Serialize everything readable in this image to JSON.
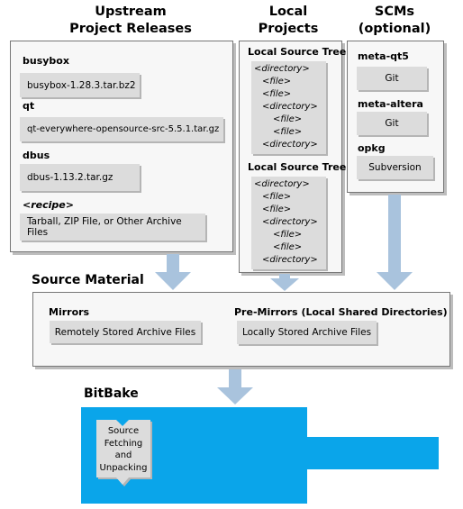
{
  "columns": {
    "upstream": "Upstream\nProject Releases",
    "local": "Local\nProjects",
    "scms": "SCMs\n(optional)"
  },
  "upstream": {
    "items": [
      {
        "label": "busybox",
        "box": "busybox-1.28.3.tar.bz2"
      },
      {
        "label": "qt",
        "box": "qt-everywhere-opensource-src-5.5.1.tar.gz"
      },
      {
        "label": "dbus",
        "box": "dbus-1.13.2.tar.gz"
      },
      {
        "label": "<recipe>",
        "box": "Tarball, ZIP File, or Other Archive Files"
      }
    ]
  },
  "local": {
    "trees": [
      {
        "label": "Local Source Tree",
        "lines": [
          "<directory>",
          "<file>",
          "<file>",
          "<directory>",
          "<file>",
          "<file>",
          "<directory>"
        ]
      },
      {
        "label": "Local Source Tree",
        "lines": [
          "<directory>",
          "<file>",
          "<file>",
          "<directory>",
          "<file>",
          "<file>",
          "<directory>"
        ]
      }
    ]
  },
  "scms": {
    "items": [
      {
        "label": "meta-qt5",
        "box": "Git"
      },
      {
        "label": "meta-altera",
        "box": "Git"
      },
      {
        "label": "opkg",
        "box": "Subversion"
      }
    ]
  },
  "source_material": {
    "title": "Source Material",
    "mirrors_label": "Mirrors",
    "mirrors_box": "Remotely Stored Archive Files",
    "premirrors_label": "Pre-Mirrors (Local Shared Directories)",
    "premirrors_box": "Locally Stored Archive Files"
  },
  "bitbake": {
    "title": "BitBake",
    "task": "Source\nFetching\nand\nUnpacking"
  },
  "colors": {
    "arrow": "#a9c3dd",
    "bitbake_blue": "#0aa5ea",
    "panel_bg": "#f7f7f7",
    "box_bg": "#dcdcdc"
  }
}
